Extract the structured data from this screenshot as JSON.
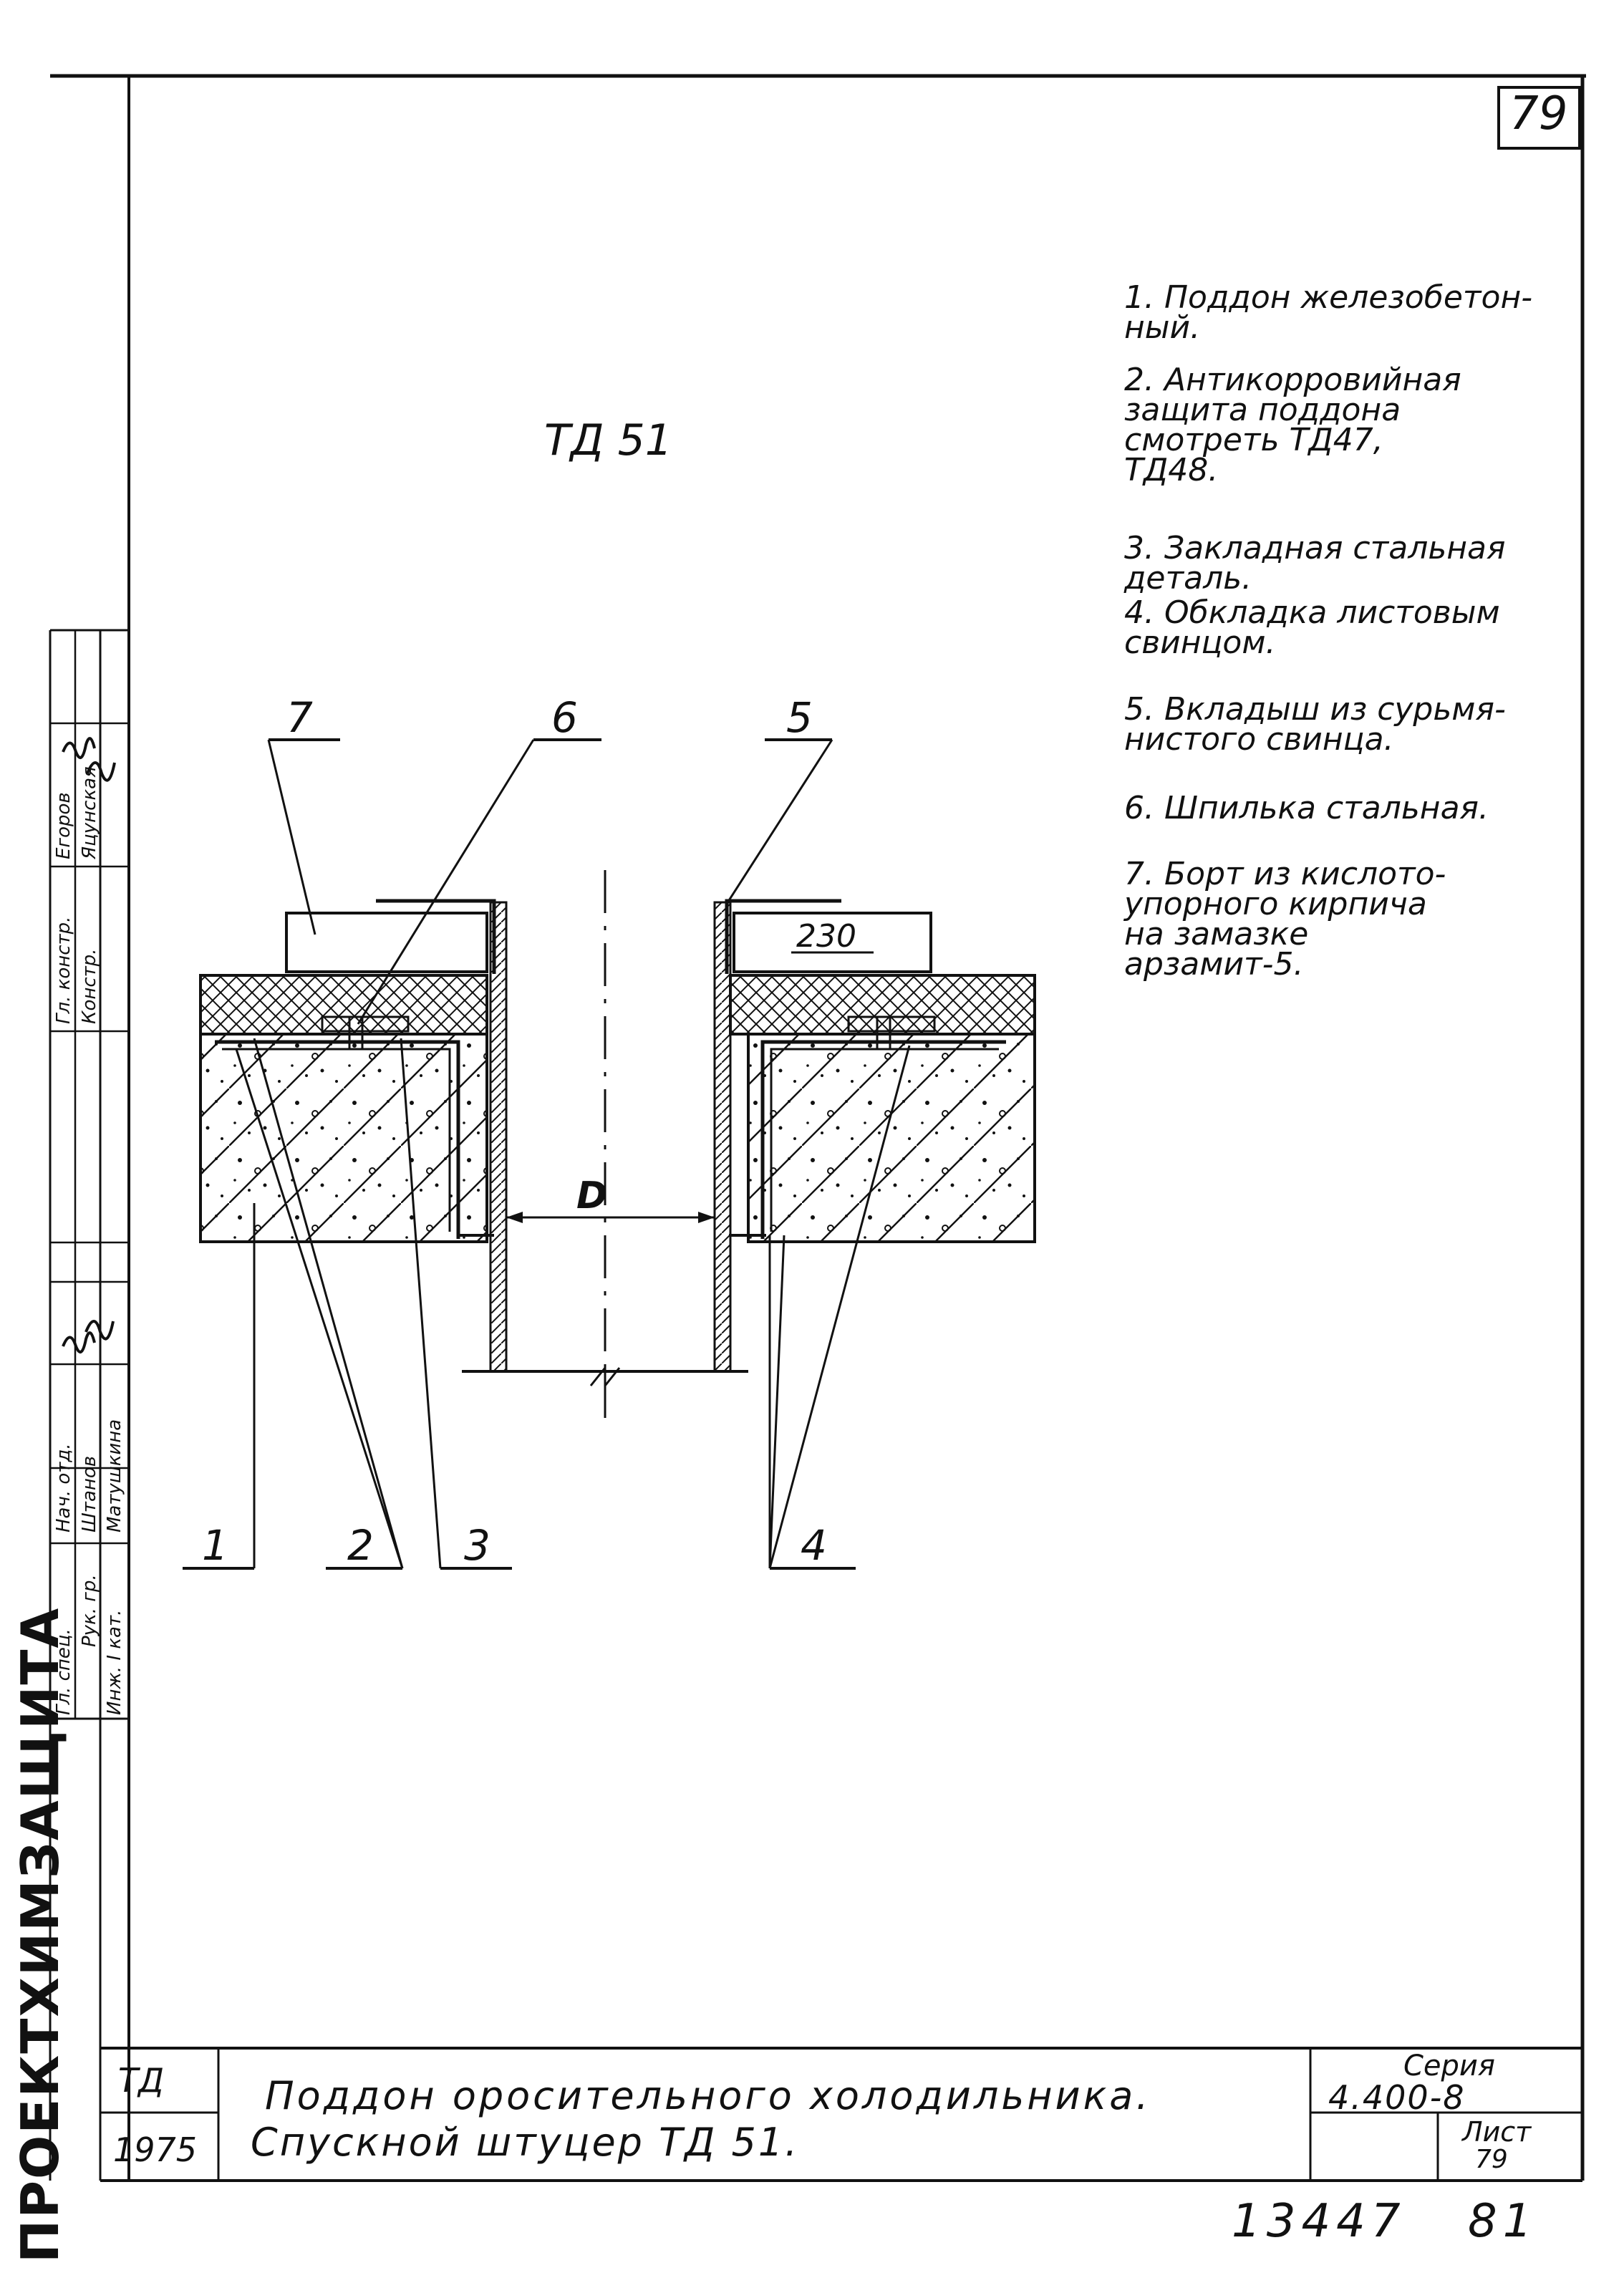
{
  "sheet_number": "79",
  "drawing_title": "ТД 51",
  "notes": [
    "1. Поддон железобетон-\nный.",
    "2. Антикорровийная\nзащита поддона\nсмотреть ТД47,\nТД48.",
    "3. Закладная стальная\nдеталь.",
    "4. Обкладка листовым\nсвинцом.",
    "5. Вкладыш из сурьмя-\nнистого свинца.",
    "6. Шпилька стальная.",
    "7. Борт из кислото-\nупорного кирпича\nна замазке\nарзамит-5."
  ],
  "callouts": {
    "c1": "1",
    "c2": "2",
    "c3": "3",
    "c4": "4",
    "c5": "5",
    "c6": "6",
    "c7": "7"
  },
  "dimension_230": "230",
  "dimension_d": "D",
  "side_org": "ПРОЕКТХИМЗАЩИТА",
  "stamp": {
    "roles": [
      "Гл. констр.",
      "Констр.",
      "Нач. отд.",
      "Гл. спец.",
      "Рук. гр.",
      "Инж. I кат."
    ],
    "names": [
      "Егоров",
      "Яцунская",
      "",
      "Штанов",
      "Матушкина",
      ""
    ]
  },
  "title_block": {
    "code": "ТД",
    "year": "1975",
    "title_line1": "Поддон оросительного холодильника.",
    "title_line2": "Спускной штуцер ТД 51.",
    "series_label": "Серия",
    "series_value": "4.400-8",
    "sheet_label": "Лист",
    "sheet_value": "79"
  },
  "footer": {
    "inventory": "13447",
    "page": "81"
  }
}
